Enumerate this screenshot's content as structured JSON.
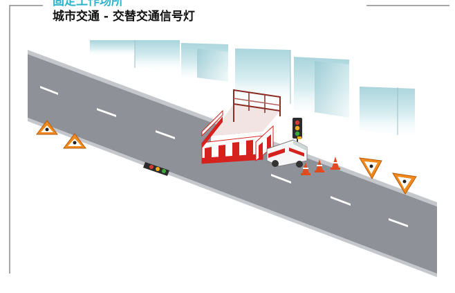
{
  "header": {
    "kicker": "固定工作场所",
    "title": "城市交通 - 交替交通信号灯"
  },
  "colors": {
    "accent": "#2cb3c8",
    "road": "#8e9298",
    "road_edge": "#c4c7cb",
    "barrier_red": "#d6221f",
    "sign_orange": "#f08a1c",
    "glass": "#bfe0e6"
  },
  "scene": {
    "objects": [
      "building-glass",
      "road",
      "lane-marking",
      "work-site-enclosure",
      "barrier",
      "traffic-light",
      "service-van",
      "traffic-cone",
      "warning-sign-roadworks"
    ]
  }
}
